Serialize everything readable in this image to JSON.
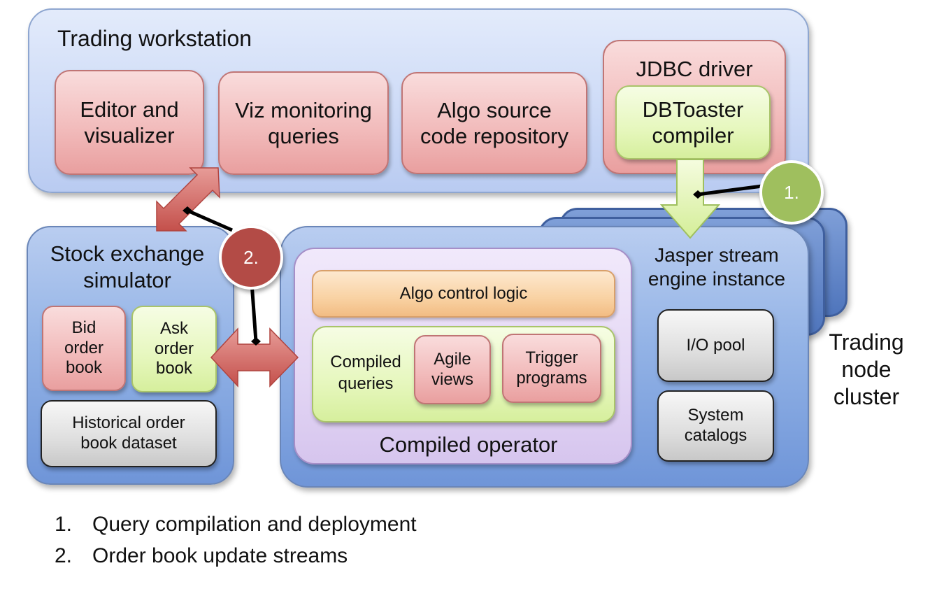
{
  "workstation": {
    "title": "Trading workstation",
    "editor": "Editor and\nvisualizer",
    "viz": "Viz monitoring\nqueries",
    "algo_repo": "Algo source\ncode repository",
    "jdbc": "JDBC driver",
    "dbtoaster": "DBToaster\ncompiler"
  },
  "simulator": {
    "title": "Stock exchange\nsimulator",
    "bid": "Bid\norder\nbook",
    "ask": "Ask\norder\nbook",
    "historical": "Historical order\nbook dataset"
  },
  "engine": {
    "title": "Jasper stream\nengine instance",
    "io_pool": "I/O pool",
    "catalogs": "System\ncatalogs",
    "operator": {
      "title": "Compiled operator",
      "algo_control": "Algo control logic",
      "compiled_queries": "Compiled\nqueries",
      "agile_views": "Agile\nviews",
      "trigger_programs": "Trigger\nprograms"
    }
  },
  "cluster_label": "Trading\nnode\ncluster",
  "badges": [
    {
      "label": "1.",
      "color": "#9fbf5e"
    },
    {
      "label": "2.",
      "color": "#b34b46"
    }
  ],
  "legend": [
    {
      "num": "1.",
      "text": "Query compilation and deployment"
    },
    {
      "num": "2.",
      "text": "Order book update streams"
    }
  ]
}
